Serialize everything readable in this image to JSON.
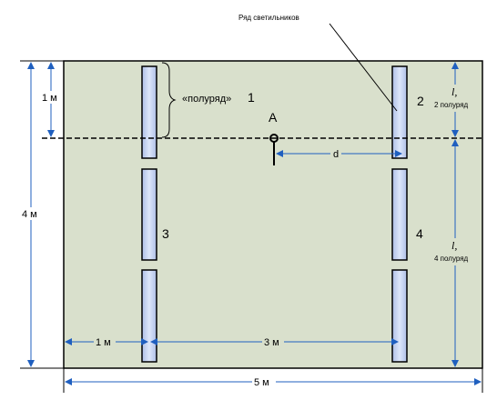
{
  "title_row": "Ряд светильников",
  "point_label": "А",
  "half_row_label": "«полуряд»",
  "distance_label": "d",
  "row_numbers": [
    "1",
    "2",
    "3",
    "4"
  ],
  "dims": {
    "height_total": "4 м",
    "top_offset": "1 м",
    "left_offset": "1 м",
    "between_rows": "3 м",
    "width_total": "5 м"
  },
  "l_labels": [
    {
      "l": "l,",
      "sub": "2 полуряд"
    },
    {
      "l": "l,",
      "sub": "4 полуряд"
    }
  ],
  "colors": {
    "room_fill": "#d9e0cc",
    "lamp_fill": "#c5d3f0",
    "dim_line": "#1f5fbf",
    "outline": "#000000"
  }
}
